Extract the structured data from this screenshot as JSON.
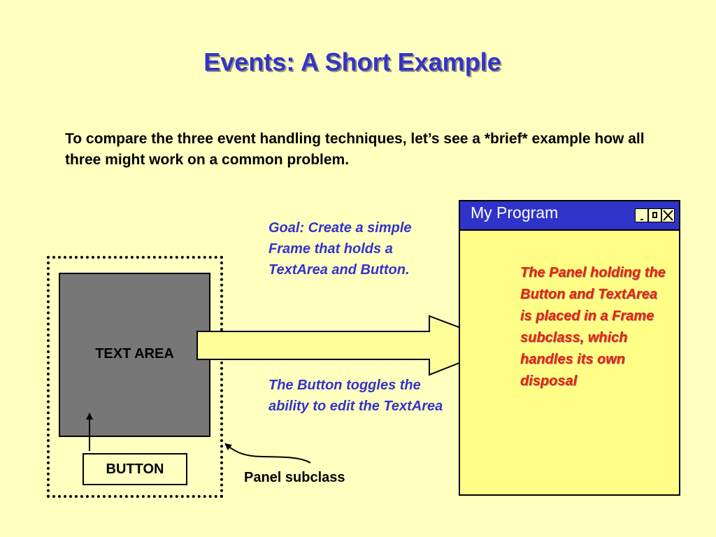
{
  "title": "Events: A Short Example",
  "intro": "To compare the three event handling techniques, let’s see a *brief* example how all three might work on a common  problem.",
  "panel": {
    "text_area_label": "TEXT AREA",
    "button_label": "BUTTON",
    "subclass_label": "Panel subclass"
  },
  "notes": {
    "goal": "Goal: Create a simple Frame that holds a TextArea and Button.",
    "toggle": "The Button toggles the ability to edit the TextArea"
  },
  "frame": {
    "title": "My Program",
    "description": "The Panel holding the Button and TextArea is placed in a Frame subclass, which handles its own disposal"
  },
  "colors": {
    "background": "#ffffc0",
    "title_blue": "#3333cc",
    "titlebar_blue": "#2f33c8",
    "frame_fill": "#ffff88",
    "description_red": "#ee2200",
    "text_area_gray": "#777777"
  },
  "icons": {
    "minimize": "minimize-icon",
    "maximize": "maximize-icon",
    "close": "close-icon"
  }
}
